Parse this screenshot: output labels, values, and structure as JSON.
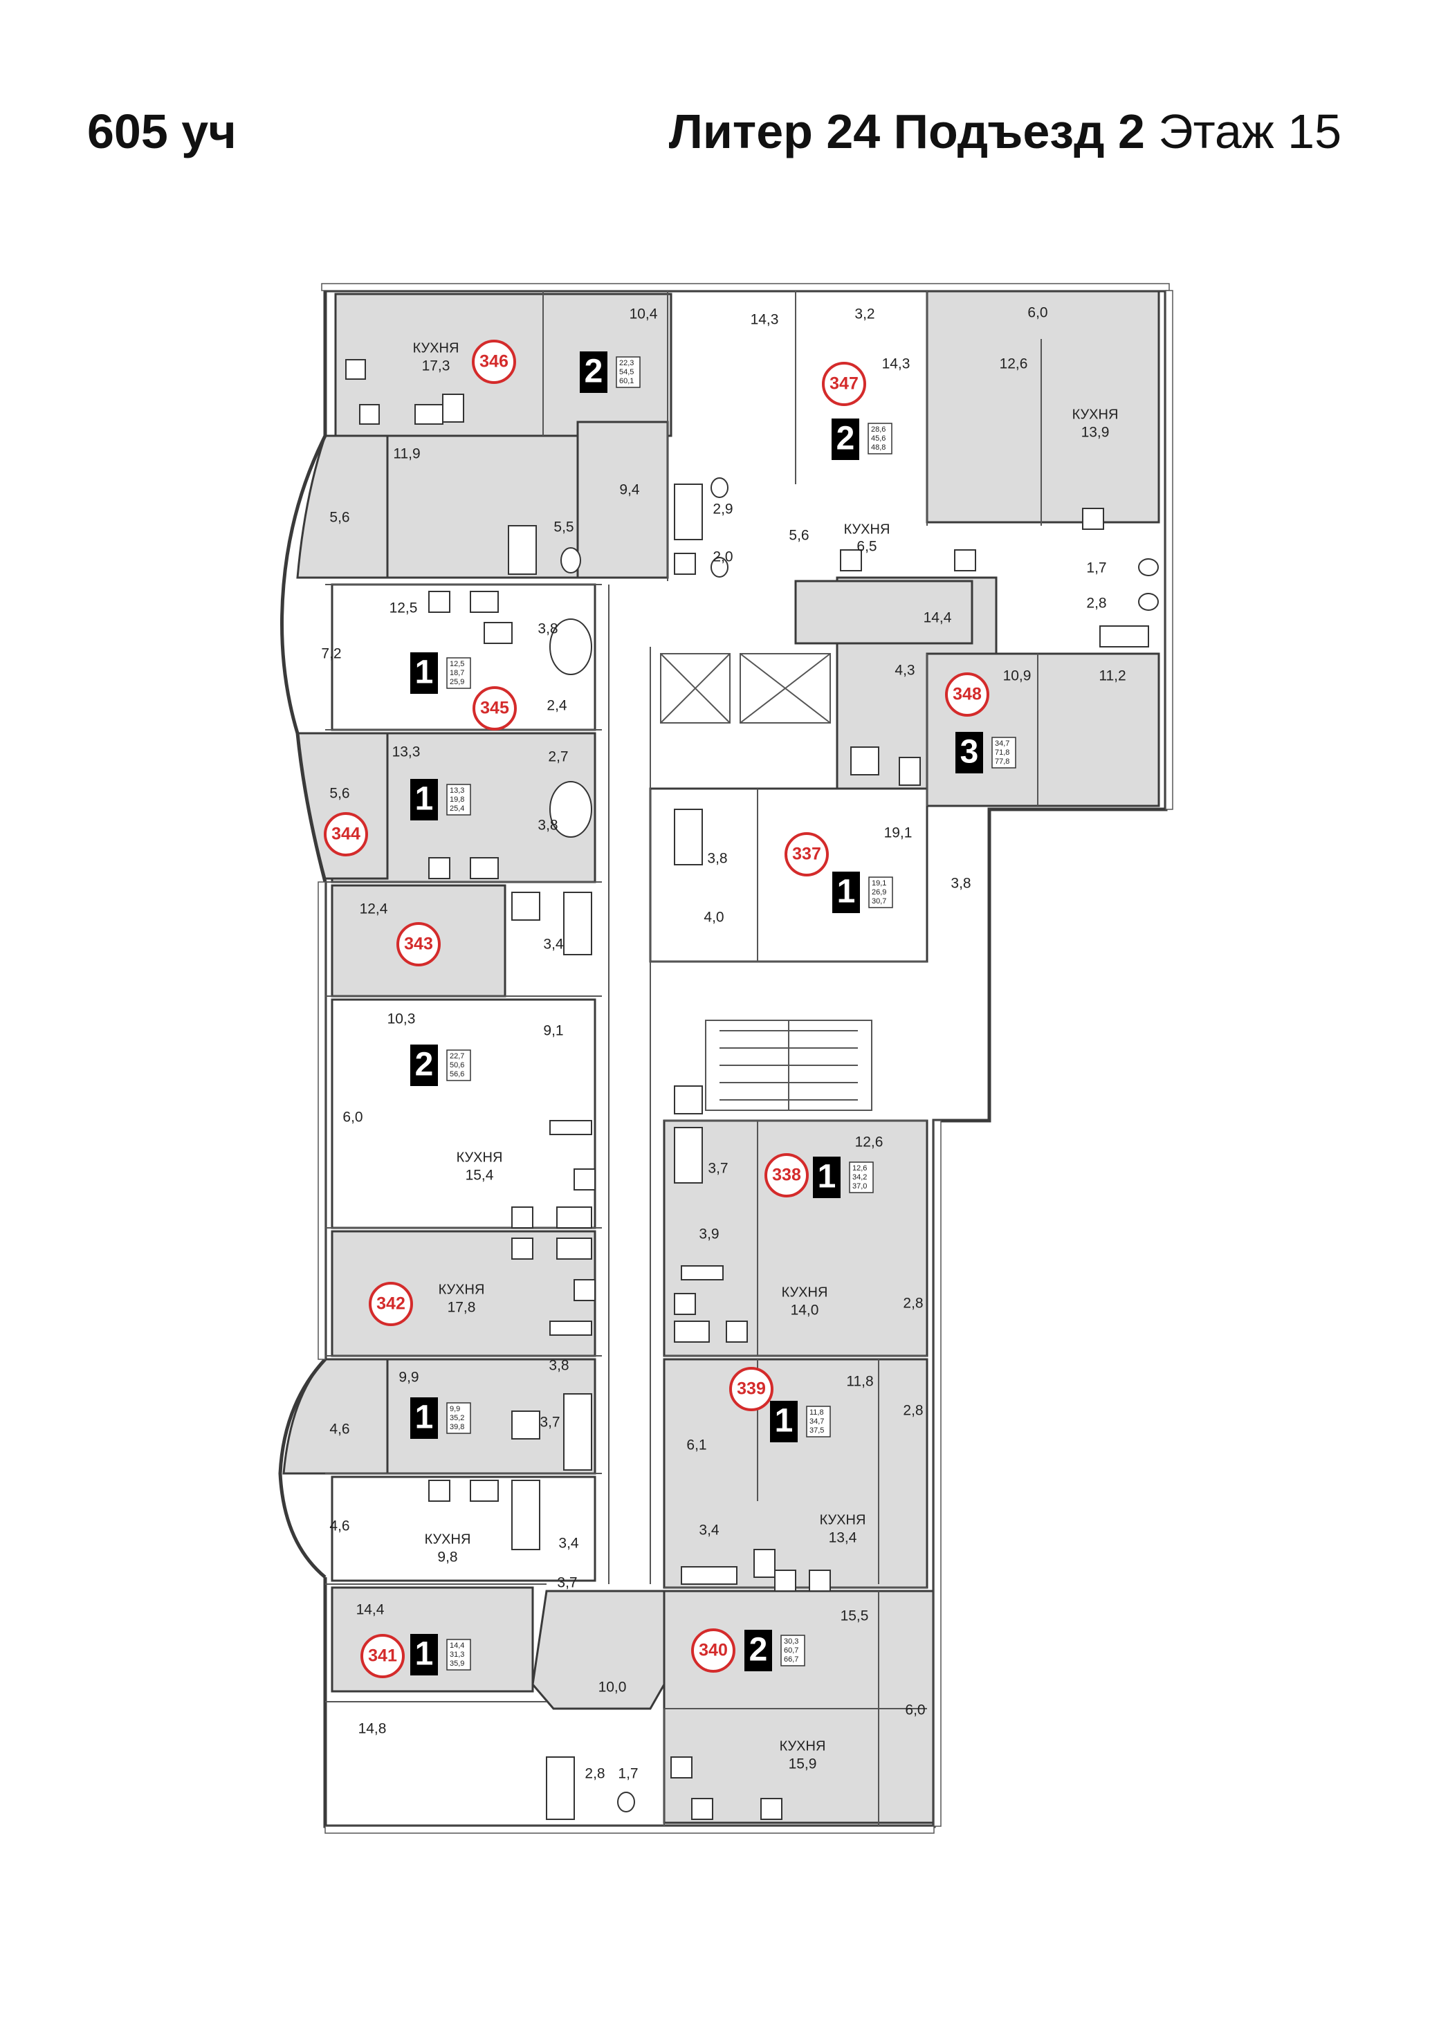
{
  "header": {
    "plot": "605 уч",
    "liter": "Литер 24",
    "entrance": "Подъезд 2",
    "floor": "Этаж 15"
  },
  "apartments": [
    {
      "number": "346",
      "rooms": "2",
      "spec": [
        "22,3",
        "54,5",
        "60,1"
      ]
    },
    {
      "number": "347",
      "rooms": "2",
      "spec": [
        "28,6",
        "45,6",
        "48,8"
      ]
    },
    {
      "number": "348",
      "rooms": "3",
      "spec": [
        "34,7",
        "71,8",
        "77,8"
      ]
    },
    {
      "number": "345",
      "rooms": "1",
      "spec": [
        "12,5",
        "18,7",
        "25,9"
      ]
    },
    {
      "number": "344",
      "rooms": "1",
      "spec": [
        "13,3",
        "19,8",
        "25,4"
      ]
    },
    {
      "number": "343",
      "rooms": "2",
      "spec": [
        "22,7",
        "50,6",
        "56,6"
      ]
    },
    {
      "number": "337",
      "rooms": "1",
      "spec": [
        "19,1",
        "26,9",
        "30,7"
      ]
    },
    {
      "number": "338",
      "rooms": "1",
      "spec": [
        "12,6",
        "34,2",
        "37,0"
      ]
    },
    {
      "number": "342",
      "rooms": "1",
      "spec": [
        "9,9",
        "35,2",
        "39,8"
      ]
    },
    {
      "number": "339",
      "rooms": "1",
      "spec": [
        "11,8",
        "34,7",
        "37,5"
      ]
    },
    {
      "number": "341",
      "rooms": "1",
      "spec": [
        "14,4",
        "31,3",
        "35,9"
      ]
    },
    {
      "number": "340",
      "rooms": "2",
      "spec": [
        "30,3",
        "60,7",
        "66,7"
      ]
    }
  ],
  "rooms": [
    {
      "label": "КУХНЯ",
      "area": "17,3"
    },
    {
      "label": "",
      "area": "10,4"
    },
    {
      "label": "",
      "area": "14,3"
    },
    {
      "label": "",
      "area": "3,2"
    },
    {
      "label": "",
      "area": "6,0"
    },
    {
      "label": "",
      "area": "14,3"
    },
    {
      "label": "",
      "area": "12,6"
    },
    {
      "label": "КУХНЯ",
      "area": "13,9"
    },
    {
      "label": "",
      "area": "11,9"
    },
    {
      "label": "",
      "area": "9,4"
    },
    {
      "label": "",
      "area": "5,6"
    },
    {
      "label": "",
      "area": "5,5"
    },
    {
      "label": "",
      "area": "2,9"
    },
    {
      "label": "",
      "area": "2,0"
    },
    {
      "label": "",
      "area": "5,6"
    },
    {
      "label": "КУХНЯ",
      "area": "6,5"
    },
    {
      "label": "",
      "area": "1,7"
    },
    {
      "label": "",
      "area": "2,8"
    },
    {
      "label": "",
      "area": "12,5"
    },
    {
      "label": "",
      "area": "3,8"
    },
    {
      "label": "",
      "area": "14,4"
    },
    {
      "label": "",
      "area": "7,2"
    },
    {
      "label": "",
      "area": "2,4"
    },
    {
      "label": "",
      "area": "4,3"
    },
    {
      "label": "",
      "area": "10,9"
    },
    {
      "label": "",
      "area": "11,2"
    },
    {
      "label": "",
      "area": "13,3"
    },
    {
      "label": "",
      "area": "2,7"
    },
    {
      "label": "",
      "area": "5,6"
    },
    {
      "label": "",
      "area": "3,8"
    },
    {
      "label": "",
      "area": "19,1"
    },
    {
      "label": "",
      "area": "3,8"
    },
    {
      "label": "",
      "area": "3,8"
    },
    {
      "label": "",
      "area": "12,4"
    },
    {
      "label": "",
      "area": "3,4"
    },
    {
      "label": "",
      "area": "4,0"
    },
    {
      "label": "",
      "area": "10,3"
    },
    {
      "label": "",
      "area": "9,1"
    },
    {
      "label": "",
      "area": "6,0"
    },
    {
      "label": "КУХНЯ",
      "area": "15,4"
    },
    {
      "label": "",
      "area": "12,6"
    },
    {
      "label": "",
      "area": "3,7"
    },
    {
      "label": "",
      "area": "3,9"
    },
    {
      "label": "КУХНЯ",
      "area": "17,8"
    },
    {
      "label": "КУХНЯ",
      "area": "14,0"
    },
    {
      "label": "",
      "area": "2,8"
    },
    {
      "label": "",
      "area": "3,8"
    },
    {
      "label": "",
      "area": "9,9"
    },
    {
      "label": "",
      "area": "11,8"
    },
    {
      "label": "",
      "area": "4,6"
    },
    {
      "label": "",
      "area": "3,7"
    },
    {
      "label": "",
      "area": "6,1"
    },
    {
      "label": "",
      "area": "2,8"
    },
    {
      "label": "",
      "area": "4,6"
    },
    {
      "label": "КУХНЯ",
      "area": "9,8"
    },
    {
      "label": "",
      "area": "3,4"
    },
    {
      "label": "",
      "area": "3,4"
    },
    {
      "label": "КУХНЯ",
      "area": "13,4"
    },
    {
      "label": "",
      "area": "3,7"
    },
    {
      "label": "",
      "area": "14,4"
    },
    {
      "label": "",
      "area": "15,5"
    },
    {
      "label": "",
      "area": "10,0"
    },
    {
      "label": "",
      "area": "6,0"
    },
    {
      "label": "",
      "area": "14,8"
    },
    {
      "label": "",
      "area": "2,8"
    },
    {
      "label": "",
      "area": "1,7"
    },
    {
      "label": "КУХНЯ",
      "area": "15,9"
    }
  ],
  "colors": {
    "apartment_fill": "#dcdcdc",
    "apartment_number": "#d42b2b",
    "rooms_badge": "#000000",
    "wall": "#3a3a3a"
  }
}
